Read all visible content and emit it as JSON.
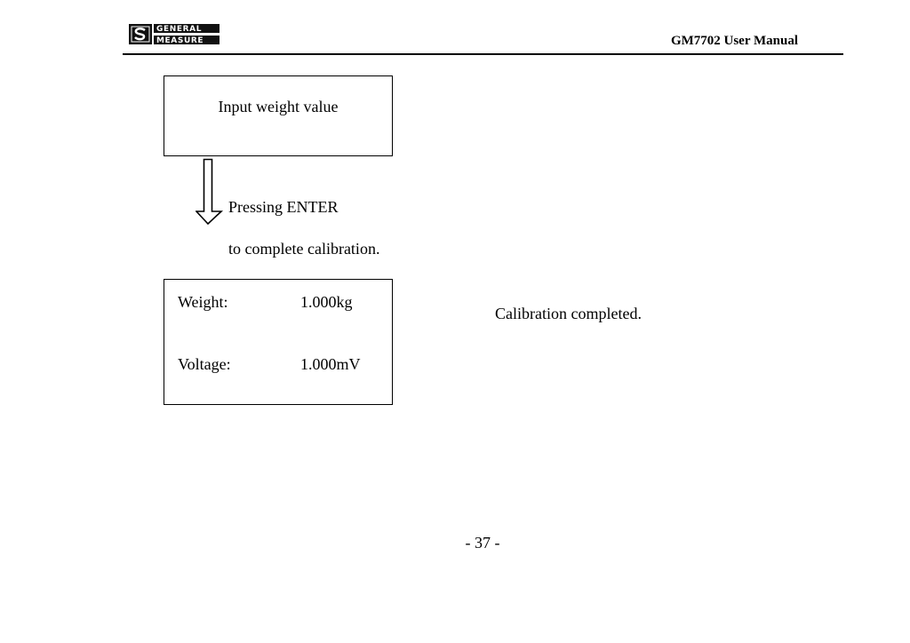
{
  "header": {
    "logo": {
      "line1": "GENERAL",
      "line2": "MEASURE"
    },
    "title": "GM7702 User Manual"
  },
  "flow": {
    "input_box_label": "Input weight value",
    "step_line1": "Pressing ENTER",
    "step_line2": "to complete calibration.",
    "result": {
      "weight_label": "Weight:",
      "weight_value": "1.000kg",
      "voltage_label": "Voltage:",
      "voltage_value": "1.000mV"
    },
    "status_text": "Calibration completed."
  },
  "footer": {
    "page_number": "- 37 -"
  }
}
